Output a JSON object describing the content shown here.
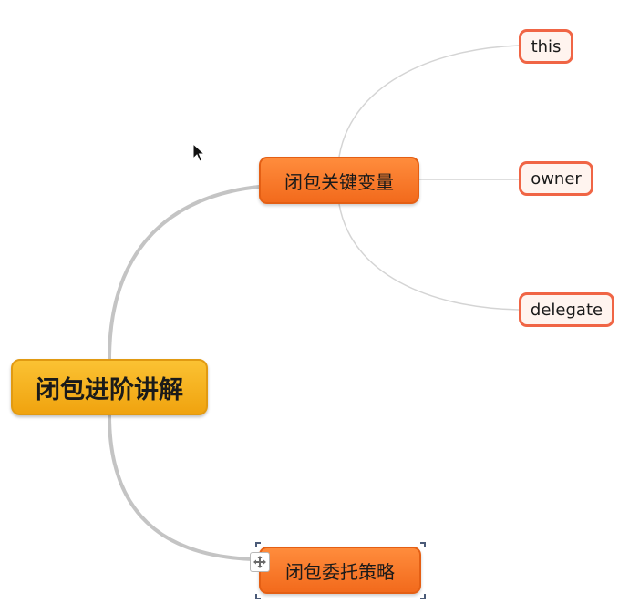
{
  "mindmap": {
    "root": {
      "label": "闭包进阶讲解"
    },
    "branches": [
      {
        "label": "闭包关键变量",
        "children": [
          {
            "label": "this"
          },
          {
            "label": "owner"
          },
          {
            "label": "delegate"
          }
        ]
      },
      {
        "label": "闭包委托策略",
        "selected": true,
        "children": []
      }
    ]
  },
  "icons": {
    "move": "move-arrows-icon",
    "cursor": "mouse-pointer-icon"
  },
  "colors": {
    "root_fill": "#f5b01f",
    "branch_fill": "#f77a2c",
    "leaf_border": "#f06545",
    "leaf_fill": "#fff4ef",
    "root_link": "#c4c4c4",
    "leaf_link": "#d4d4d4",
    "selection_handle": "#4b5b78"
  }
}
